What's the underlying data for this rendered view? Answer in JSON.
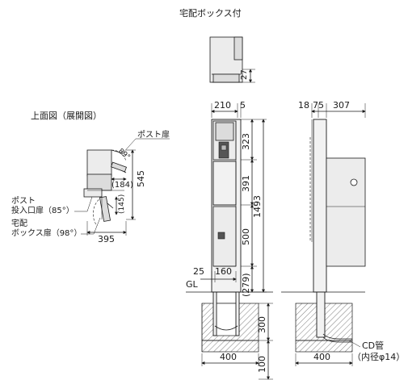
{
  "titles": {
    "delivery_box_top": "宅配ボックス付",
    "top_view": "上面図（展開図）"
  },
  "top_view": {
    "post_door_label": "ポスト扉",
    "angle_89": "89°",
    "dim_184": "(184)",
    "dim_145": "(145)",
    "dim_545": "545",
    "dim_395": "395",
    "post_slot_label_1": "ポスト",
    "post_slot_label_2": "投入口扉（85°）",
    "delivery_door_label_1": "宅配",
    "delivery_door_label_2": "ボックス扉（98°）"
  },
  "top_detail": {
    "dim_27": "27"
  },
  "front_view": {
    "dim_210": "210",
    "dim_5": "5",
    "dim_323": "323",
    "dim_391": "391",
    "dim_500": "500",
    "dim_1493": "1493",
    "dim_279": "(279)",
    "dim_25": "25",
    "dim_160": "160",
    "gl": "GL",
    "dim_300": "300",
    "dim_100": "100",
    "dim_400": "400"
  },
  "side_view": {
    "dim_18": "18",
    "dim_75": "75",
    "dim_307": "307",
    "dim_400": "400",
    "cd_pipe_1": "CD管",
    "cd_pipe_2": "（内径φ14）"
  }
}
